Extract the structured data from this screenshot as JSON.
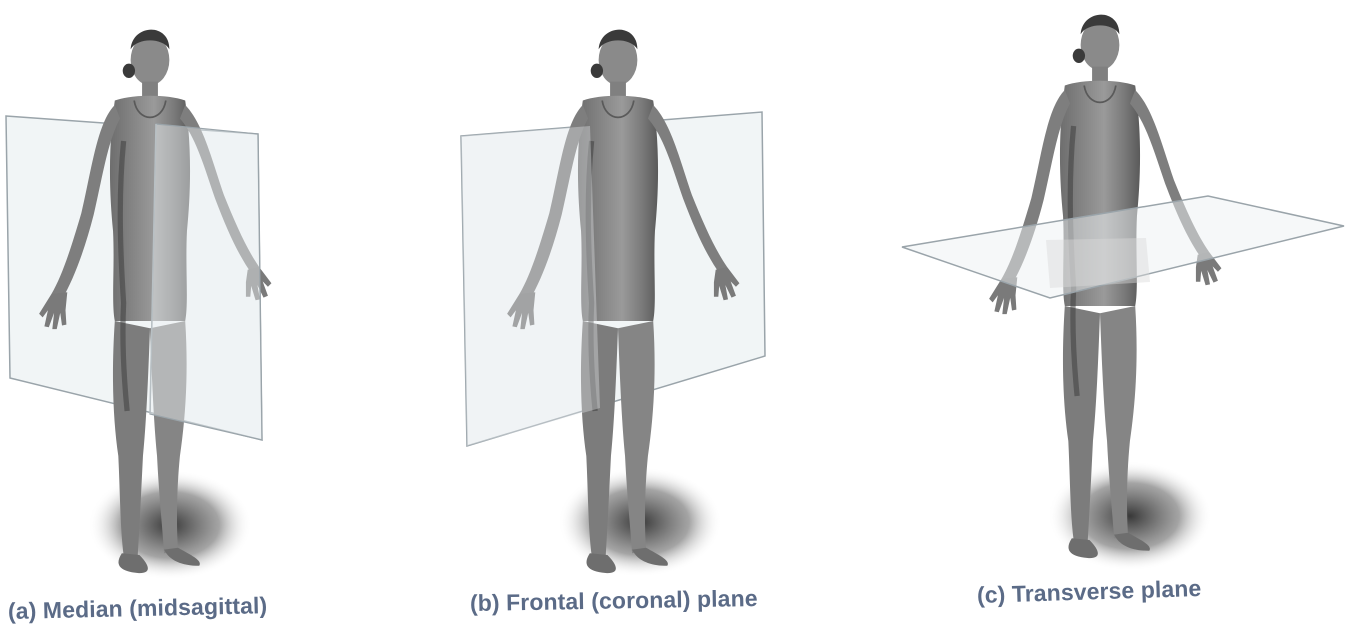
{
  "figure": {
    "panels": [
      {
        "id": "a",
        "caption": "(a) Median (midsagittal)",
        "plane": "median"
      },
      {
        "id": "b",
        "caption": "(b) Frontal (coronal) plane",
        "plane": "frontal"
      },
      {
        "id": "c",
        "caption": "(c) Transverse plane",
        "plane": "transverse"
      }
    ],
    "colors": {
      "skin": "#7d7d7d",
      "skin_dark": "#4a4a4a",
      "plane_fill": "#e6ecef",
      "plane_edge": "#9aa4aa",
      "caption": "#5b6b87",
      "shadow": "#3a3a3a"
    }
  }
}
